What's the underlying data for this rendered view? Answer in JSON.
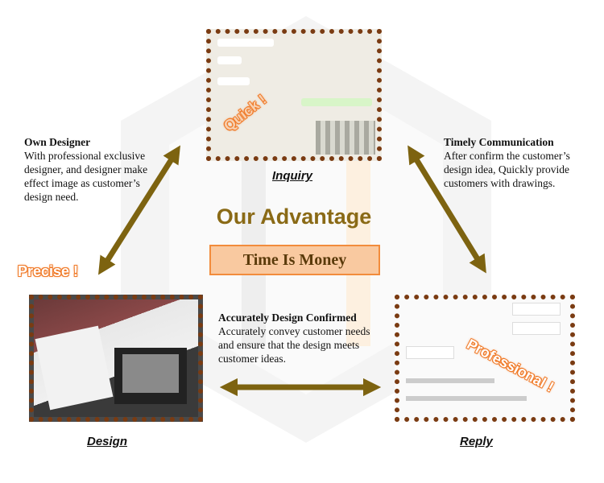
{
  "title": "Our Advantage",
  "subtitle": "Time Is Money",
  "steps": {
    "inquiry": {
      "caption": "Inquiry",
      "tag": "Quick !"
    },
    "design": {
      "caption": "Design",
      "tag": "Precise !"
    },
    "reply": {
      "caption": "Reply",
      "tag": "Professional !"
    }
  },
  "advantages": {
    "own_designer": {
      "heading": "Own Designer",
      "body": "With professional exclusive designer, and designer make effect image as customer’s design need."
    },
    "timely_communication": {
      "heading": "Timely Communication",
      "body": "After confirm the customer’s design idea, Quickly provide customers with drawings."
    },
    "accurately_confirmed": {
      "heading": "Accurately Design Confirmed",
      "body": "Accurately convey customer needs and ensure that the design meets customer ideas."
    }
  },
  "colors": {
    "arrow": "#7d6310",
    "frame": "#7a3b12",
    "title": "#8a6a16",
    "accent": "#f07a28",
    "box_fill": "#f9c9a0"
  }
}
